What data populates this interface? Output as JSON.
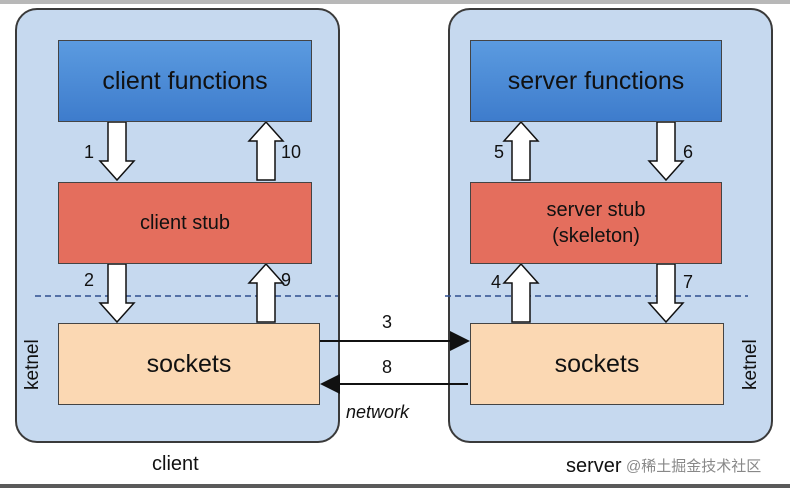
{
  "client": {
    "functions": "client functions",
    "stub": "client stub",
    "sockets": "sockets",
    "kernel": "ketnel",
    "label": "client"
  },
  "server": {
    "functions": "server functions",
    "stub_line1": "server stub",
    "stub_line2": "(skeleton)",
    "sockets": "sockets",
    "kernel": "ketnel",
    "label": "server"
  },
  "steps": [
    "1",
    "2",
    "3",
    "4",
    "5",
    "6",
    "7",
    "8",
    "9",
    "10"
  ],
  "network_label": "network",
  "watermark": "@稀土掘金技术社区",
  "colors": {
    "panel": "#c6d9ef",
    "functions_box": "#4a8ad6",
    "stub_box": "#e46e5d",
    "sockets_box": "#fbd8b3",
    "dashed_line": "#2f4f8f"
  }
}
